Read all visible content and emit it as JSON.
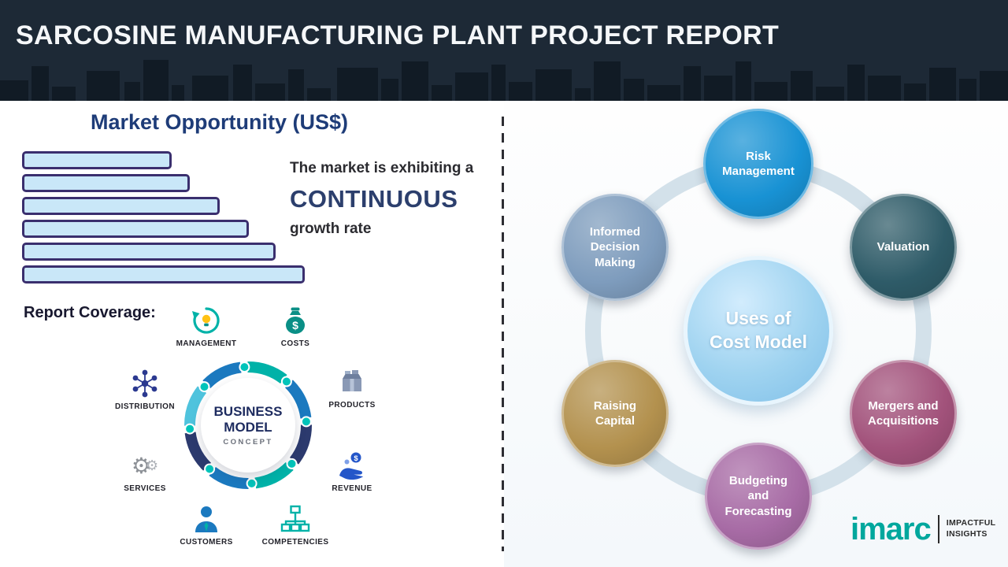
{
  "header": {
    "title": "SARCOSINE MANUFACTURING PLANT PROJECT REPORT",
    "bg_color": "#1d2936"
  },
  "left": {
    "section_title": "Market Opportunity (US$)",
    "growth": {
      "line1": "The market is exhibiting a",
      "emphasis": "CONTINUOUS",
      "line2": "growth rate"
    },
    "report_coverage_label": "Report Coverage:",
    "business_model": {
      "center_line1": "BUSINESS",
      "center_line2": "MODEL",
      "center_line3": "CONCEPT",
      "items": [
        {
          "label": "MANAGEMENT",
          "icon": "management-icon"
        },
        {
          "label": "COSTS",
          "icon": "money-bag-icon"
        },
        {
          "label": "DISTRIBUTION",
          "icon": "network-icon"
        },
        {
          "label": "PRODUCTS",
          "icon": "box-icon"
        },
        {
          "label": "SERVICES",
          "icon": "gears-icon"
        },
        {
          "label": "REVENUE",
          "icon": "hand-coin-icon"
        },
        {
          "label": "CUSTOMERS",
          "icon": "person-icon"
        },
        {
          "label": "COMPETENCIES",
          "icon": "org-chart-icon"
        }
      ]
    }
  },
  "chart_data": {
    "type": "bar",
    "orientation": "horizontal",
    "title": "Market Opportunity (US$)",
    "categories": [
      "bar-1",
      "bar-2",
      "bar-3",
      "bar-4",
      "bar-5",
      "bar-6"
    ],
    "values": [
      190,
      213,
      251,
      288,
      322,
      359
    ],
    "value_note": "decorative bars, relative widths in px; no axis ticks or labels shown",
    "xlabel": "",
    "ylabel": "",
    "bar_fill": "#c9e7f8",
    "bar_border": "#3a2f6e"
  },
  "right": {
    "center": {
      "line1": "Uses of",
      "line2": "Cost Model",
      "color": "#9fd3f0"
    },
    "nodes": [
      {
        "label": "Risk Management",
        "color": "#1892d4"
      },
      {
        "label": "Valuation",
        "color": "#2e5b68"
      },
      {
        "label": "Mergers and Acquisitions",
        "color": "#a2527b"
      },
      {
        "label": "Budgeting and Forecasting",
        "color": "#a76ba5"
      },
      {
        "label": "Raising Capital",
        "color": "#b3914e"
      },
      {
        "label": "Informed Decision Making",
        "color": "#7e9cbd"
      }
    ],
    "ring_color": "#d3e1ea"
  },
  "footer": {
    "logo_text": "imarc",
    "tagline_line1": "IMPACTFUL",
    "tagline_line2": "INSIGHTS",
    "logo_color": "#00a79d"
  }
}
